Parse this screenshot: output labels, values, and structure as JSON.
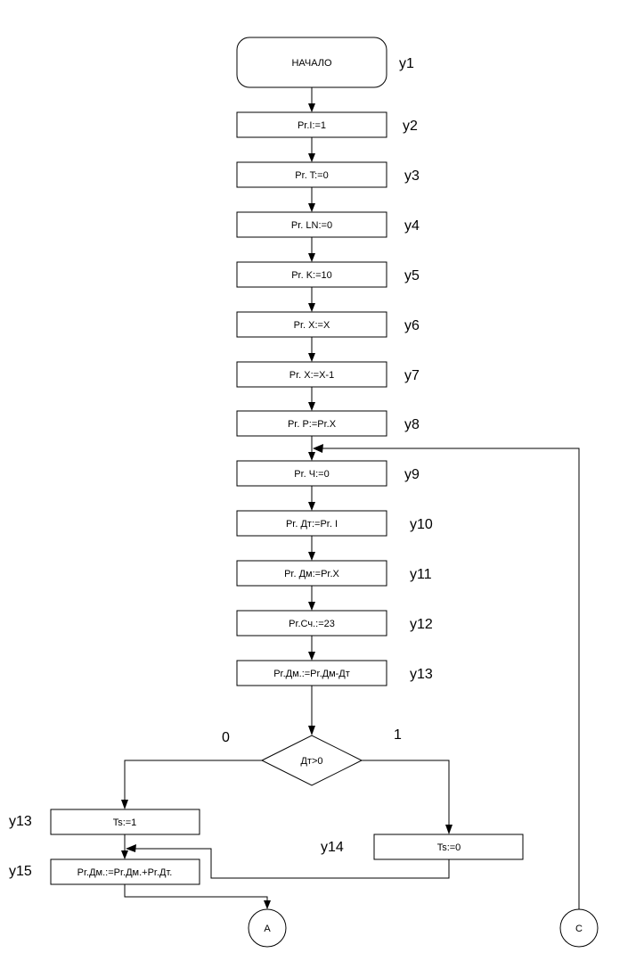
{
  "start": {
    "label": "НАЧАЛО",
    "step": "y1"
  },
  "steps": [
    {
      "label": "Pr.I:=1",
      "step": "y2"
    },
    {
      "label": "Pr. T:=0",
      "step": "y3"
    },
    {
      "label": "Pr. LN:=0",
      "step": "y4"
    },
    {
      "label": "Pr. K:=10",
      "step": "y5"
    },
    {
      "label": "Pr. X:=X",
      "step": "y6"
    },
    {
      "label": "Pr. X:=X-1",
      "step": "y7"
    },
    {
      "label": "Pr. P:=Pr.X",
      "step": "y8"
    },
    {
      "label": "Pr. Ч:=0",
      "step": "y9"
    },
    {
      "label": "Pr. Дт:=Pr. I",
      "step": "y10"
    },
    {
      "label": "Pr. Дм:=Pr.X",
      "step": "y11"
    },
    {
      "label": "Pr.Сч.:=23",
      "step": "y12"
    },
    {
      "label": "Pr.Дм.:=Pr.Дм-Дт",
      "step": "y13"
    }
  ],
  "decision": {
    "label": "Дт>0",
    "no_label": "0",
    "yes_label": "1"
  },
  "left_branch": {
    "label": "Ts:=1",
    "step": "y13"
  },
  "right_branch": {
    "label": "Ts:=0",
    "step": "y14"
  },
  "merge_step": {
    "label": "Pr.Дм.:=Pr.Дм.+Pr.Дт.",
    "step": "y15"
  },
  "connectors": {
    "a": "A",
    "c": "C"
  }
}
